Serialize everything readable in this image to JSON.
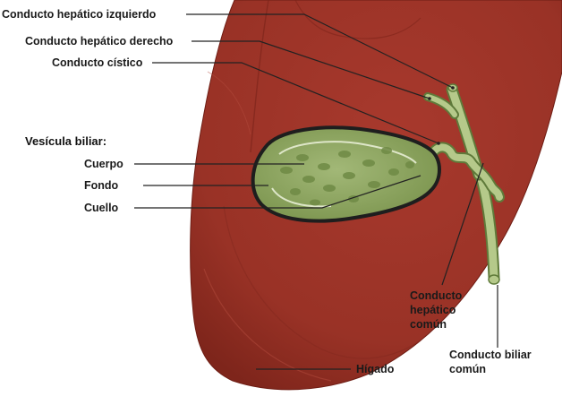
{
  "labels": {
    "left_hepatic_duct": "Conducto hepático izquierdo",
    "right_hepatic_duct": "Conducto hepático derecho",
    "cystic_duct": "Conducto cístico",
    "gallbladder_heading": "Vesícula biliar:",
    "body": "Cuerpo",
    "fundus": "Fondo",
    "neck": "Cuello",
    "common_hepatic_duct": [
      "Conducto",
      "hepático",
      "común"
    ],
    "common_bile_duct": [
      "Conducto biliar",
      "común"
    ],
    "liver": "Hígado"
  },
  "colors": {
    "liver": "#9c3328",
    "liver_shadow": "#7a2219",
    "liver_highlight": "#b34a3d",
    "gallbladder": "#8fa863",
    "gallbladder_spots": "#6f8a45",
    "duct": "#b5c98a",
    "duct_outline": "#5f7a3a"
  }
}
